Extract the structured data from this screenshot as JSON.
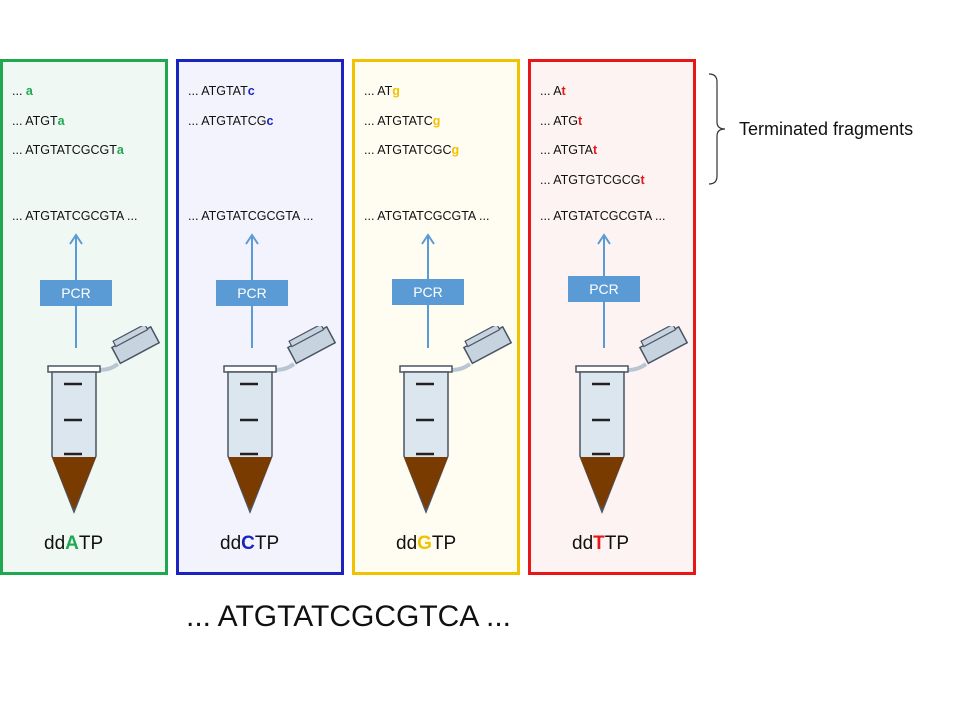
{
  "panels": [
    {
      "nucleotide": "A",
      "color": "#1fa84f",
      "bg": "#f0f8f4",
      "fragments": [
        {
          "prefix": "... ",
          "end": "a"
        },
        {
          "prefix": "... ATGT",
          "end": "a"
        },
        {
          "prefix": "... ATGTATCGCGT",
          "end": "a"
        }
      ],
      "template": "... ATGTATCGCGTA ...",
      "pcr": "PCR",
      "label_pre": "dd",
      "label_base": "A",
      "label_post": "TP"
    },
    {
      "nucleotide": "C",
      "color": "#1a23c0",
      "bg": "#f3f3fd",
      "fragments": [
        {
          "prefix": "... ATGTAT",
          "end": "c"
        },
        {
          "prefix": "... ATGTATCG",
          "end": "c"
        }
      ],
      "template": "... ATGTATCGCGTA ...",
      "pcr": "PCR",
      "label_pre": "dd",
      "label_base": "C",
      "label_post": "TP"
    },
    {
      "nucleotide": "G",
      "color": "#f2c200",
      "bg": "#fffcf2",
      "fragments": [
        {
          "prefix": "... AT",
          "end": "g"
        },
        {
          "prefix": "... ATGTATC",
          "end": "g"
        },
        {
          "prefix": "... ATGTATCGC",
          "end": "g"
        }
      ],
      "template": "... ATGTATCGCGTA ...",
      "pcr": "PCR",
      "label_pre": "dd",
      "label_base": "G",
      "label_post": "TP"
    },
    {
      "nucleotide": "T",
      "color": "#e81717",
      "bg": "#fdf3f3",
      "fragments": [
        {
          "prefix": "... A",
          "end": "t"
        },
        {
          "prefix": "... ATG",
          "end": "t"
        },
        {
          "prefix": "... ATGTA",
          "end": "t"
        },
        {
          "prefix": "... ATGTGTCGCG",
          "end": "t"
        }
      ],
      "template": "... ATGTATCGCGTA ...",
      "pcr": "PCR",
      "label_pre": "dd",
      "label_base": "T",
      "label_post": "TP"
    }
  ],
  "brace_label": "Terminated fragments",
  "sequence": "... ATGTATCGCGTCA ...",
  "colors": {
    "pcr_box": "#5b9bd5",
    "arrow": "#5b9bd5",
    "tube_fill": "#dce6ef",
    "tube_stroke": "#4a5563",
    "sample": "#7a3b00"
  }
}
